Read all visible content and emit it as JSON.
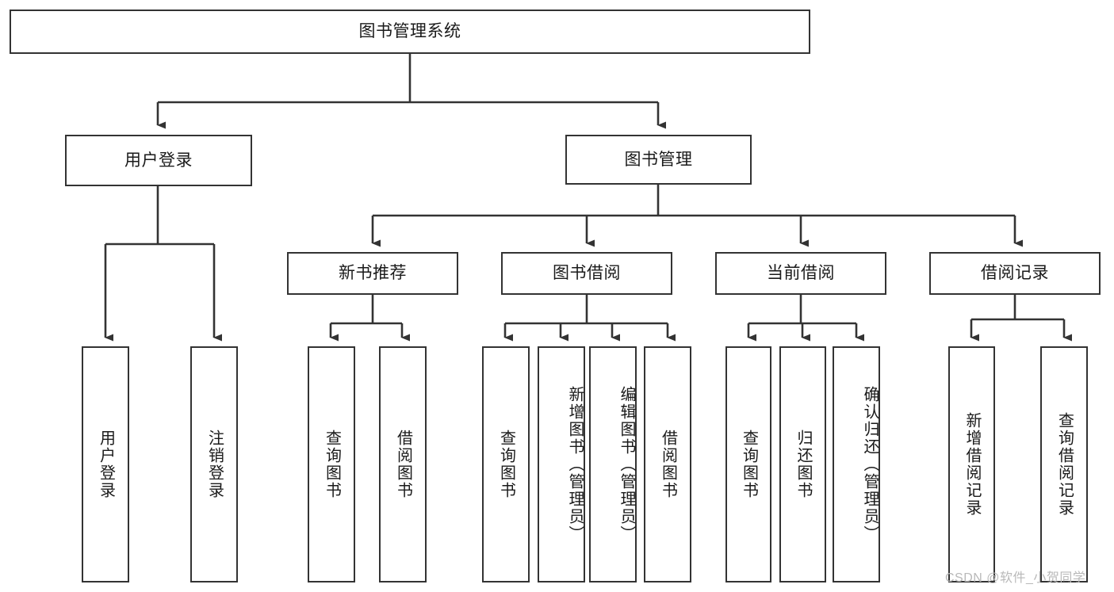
{
  "diagram": {
    "title": "图书管理系统",
    "type": "tree-hierarchy-chart",
    "root": {
      "label": "图书管理系统"
    },
    "level2": [
      {
        "label": "用户登录"
      },
      {
        "label": "图书管理"
      }
    ],
    "level3": [
      {
        "label": "新书推荐"
      },
      {
        "label": "图书借阅"
      },
      {
        "label": "当前借阅"
      },
      {
        "label": "借阅记录"
      }
    ],
    "leaves": {
      "user_login": [
        {
          "label": "用户登录"
        },
        {
          "label": "注销登录"
        }
      ],
      "new_book_recommend": [
        {
          "label": "查询图书"
        },
        {
          "label": "借阅图书"
        }
      ],
      "book_borrow": [
        {
          "label": "查询图书"
        },
        {
          "label": "新增图书（管理员）"
        },
        {
          "label": "编辑图书（管理员）"
        },
        {
          "label": "借阅图书"
        }
      ],
      "current_borrow": [
        {
          "label": "查询图书"
        },
        {
          "label": "归还图书"
        },
        {
          "label": "确认归还（管理员）"
        }
      ],
      "borrow_record": [
        {
          "label": "新增借阅记录"
        },
        {
          "label": "查询借阅记录"
        }
      ]
    }
  },
  "watermark": {
    "text": "CSDN @软件_小贺同学"
  },
  "colors": {
    "stroke": "#333333",
    "fill": "#ffffff",
    "text": "#1a1a1a",
    "watermark": "#b9b9b9",
    "background": "#ffffff"
  }
}
